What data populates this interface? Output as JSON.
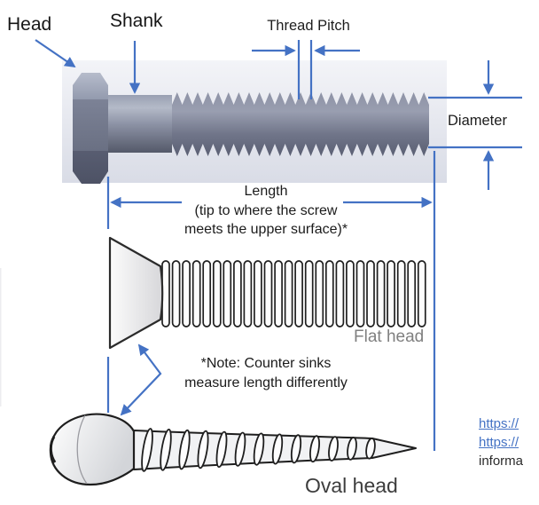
{
  "diagram": {
    "annotations": {
      "head": "Head",
      "shank": "Shank",
      "thread_pitch": "Thread Pitch",
      "diameter": "Diameter"
    },
    "length_caption": {
      "line1": "Length",
      "line2": "(tip to where the screw",
      "line3": "meets the upper surface)*"
    },
    "note": {
      "line1": "*Note: Counter sinks",
      "line2": "measure length differently"
    },
    "screw_labels": {
      "flat": "Flat head",
      "oval": "Oval head"
    },
    "references": {
      "link1": "https://",
      "link2": "https://",
      "text": "informa"
    },
    "colors": {
      "annotation_blue": "#4472C4",
      "link_blue": "#4472C4",
      "bolt_gray": "#7d8296",
      "panel_gray": "#e2e4ed",
      "flat_label_gray": "#808080",
      "oval_label_gray": "#3d3d3d",
      "label_dark": "#1d1d1d"
    }
  }
}
